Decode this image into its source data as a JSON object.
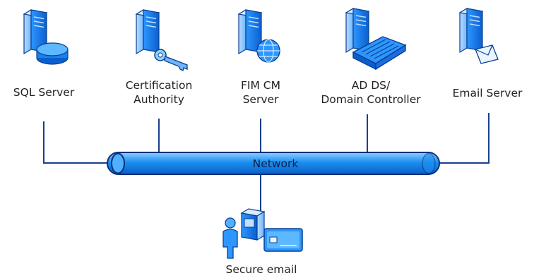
{
  "colors": {
    "line": "#1a3f8f",
    "network_fill": "#1b8ff0",
    "network_highlight": "#7cc8ff",
    "server_dark": "#0a4fb0",
    "server_light": "#3fa8ff"
  },
  "nodes": {
    "sql_server": {
      "label": "SQL Server",
      "icon": "server-database-icon"
    },
    "certification_authority": {
      "line1": "Certification",
      "line2": "Authority",
      "icon": "server-key-icon"
    },
    "fim_cm_server": {
      "line1": "FIM CM",
      "line2": "Server",
      "icon": "server-globe-icon"
    },
    "ad_ds": {
      "line1": "AD DS/",
      "line2": "Domain Controller",
      "icon": "server-directory-icon"
    },
    "email_server": {
      "label": "Email Server",
      "icon": "server-mail-icon"
    }
  },
  "network": {
    "label": "Network"
  },
  "client": {
    "label": "Secure email",
    "icon": "user-smartcard-icon"
  }
}
